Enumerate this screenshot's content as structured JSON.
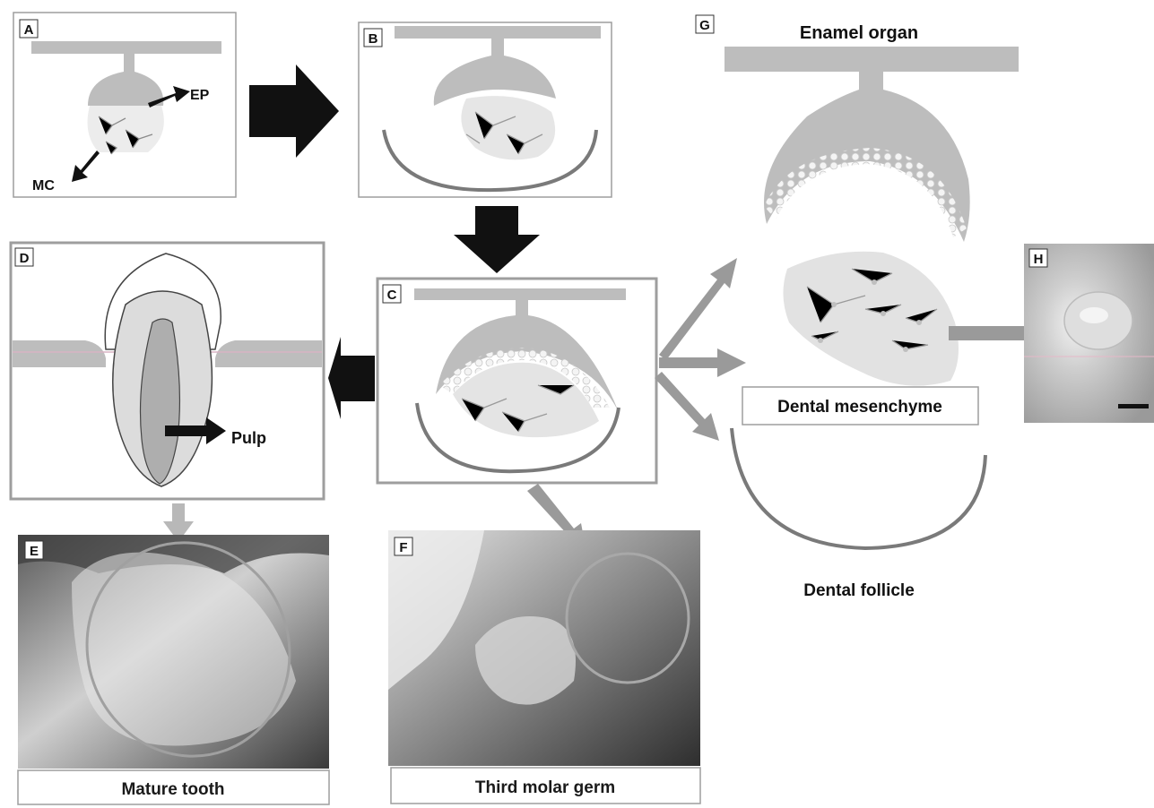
{
  "panels": {
    "a": {
      "letter": "A",
      "ep_label": "EP",
      "mc_label": "MC"
    },
    "b": {
      "letter": "B"
    },
    "c": {
      "letter": "C"
    },
    "d": {
      "letter": "D",
      "pulp_label": "Pulp"
    },
    "e": {
      "letter": "E",
      "caption": "Mature tooth"
    },
    "f": {
      "letter": "F",
      "caption": "Third molar germ"
    },
    "g": {
      "letter": "G",
      "enamel_organ": "Enamel organ",
      "dental_mesenchyme": "Dental mesenchyme",
      "dental_follicle": "Dental follicle"
    },
    "h": {
      "letter": "H"
    }
  },
  "colors": {
    "tissue_gray": "#bdbdbd",
    "arrow_dark": "#111111",
    "arrow_gray": "#9a9a9a",
    "panel_border": "#9e9e9e"
  }
}
